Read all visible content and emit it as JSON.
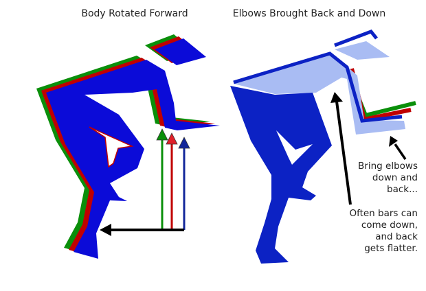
{
  "titles": {
    "left": "Body Rotated Forward",
    "right": "Elbows Brought Back and Down"
  },
  "notes": {
    "elbows": [
      "Bring elbows",
      "down and",
      "back..."
    ],
    "bars": [
      "Often bars can",
      "come down,",
      "and back",
      "gets flatter."
    ]
  },
  "colors": {
    "blue": "#0b0bd8",
    "red": "#c00000",
    "green": "#0a8f0a",
    "dark_blue": "#0c22c4",
    "light_blue": "#a9bcf3",
    "arrow_blue": "#13279a"
  }
}
